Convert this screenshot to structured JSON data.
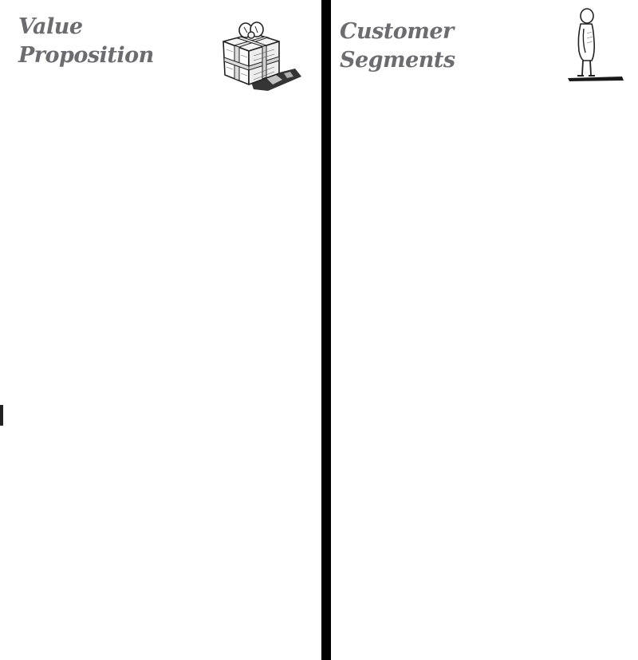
{
  "panels": {
    "value_proposition": {
      "title_line1": "Value",
      "title_line2": "Proposition",
      "icon": "gift-icon"
    },
    "customer_segments": {
      "title_line1": "Customer",
      "title_line2": "Segments",
      "icon": "person-icon"
    }
  },
  "colors": {
    "title_text": "#6b6b70",
    "divider": "#000000",
    "background": "#ffffff",
    "icon_ink": "#222222"
  }
}
